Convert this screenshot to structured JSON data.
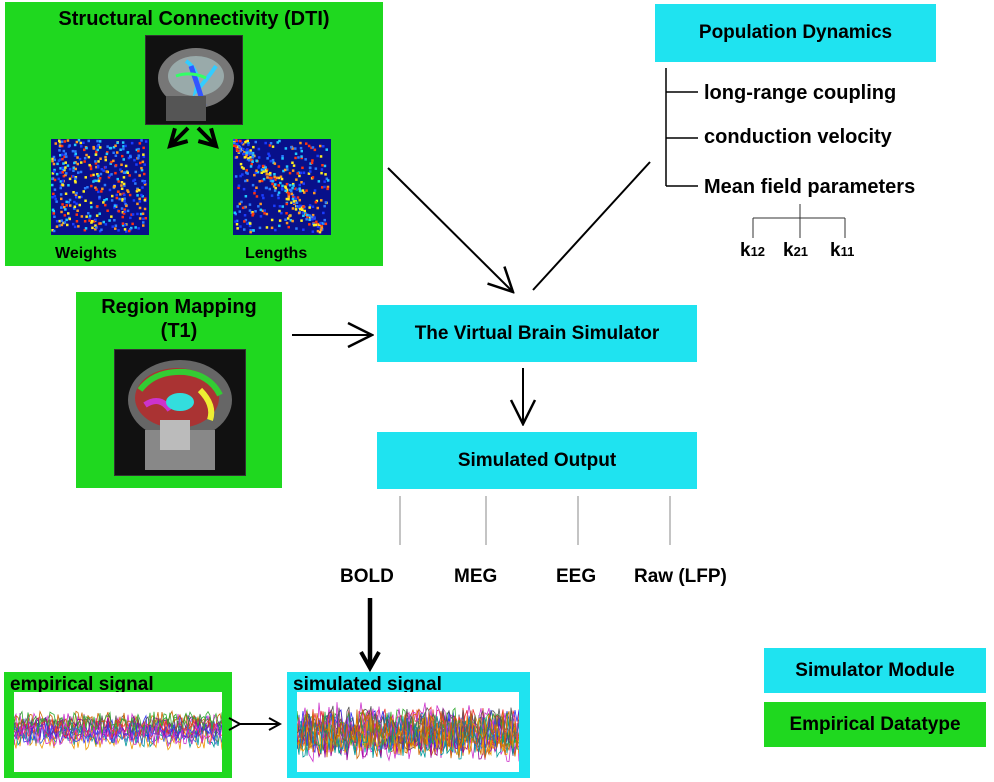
{
  "dti": {
    "title": "Structural Connectivity (DTI)",
    "weights_label": "Weights",
    "lengths_label": "Lengths"
  },
  "region_mapping": {
    "title_line1": "Region Mapping",
    "title_line2": "(T1)"
  },
  "population": {
    "title": "Population Dynamics",
    "items": [
      "long-range coupling",
      "conduction velocity",
      "Mean field parameters"
    ],
    "params": [
      {
        "base": "k",
        "sub": "12"
      },
      {
        "base": "k",
        "sub": "21"
      },
      {
        "base": "k",
        "sub": "11"
      }
    ]
  },
  "simulator": {
    "title": "The Virtual Brain Simulator"
  },
  "output": {
    "title": "Simulated Output",
    "modalities": [
      "BOLD",
      "MEG",
      "EEG",
      "Raw (LFP)"
    ]
  },
  "signals": {
    "empirical": "empirical signal",
    "simulated": "simulated signal"
  },
  "legend": {
    "module": "Simulator Module",
    "datatype": "Empirical Datatype"
  },
  "colors": {
    "empirical_green": "#1fd81f",
    "module_cyan": "#1fe3f0"
  }
}
